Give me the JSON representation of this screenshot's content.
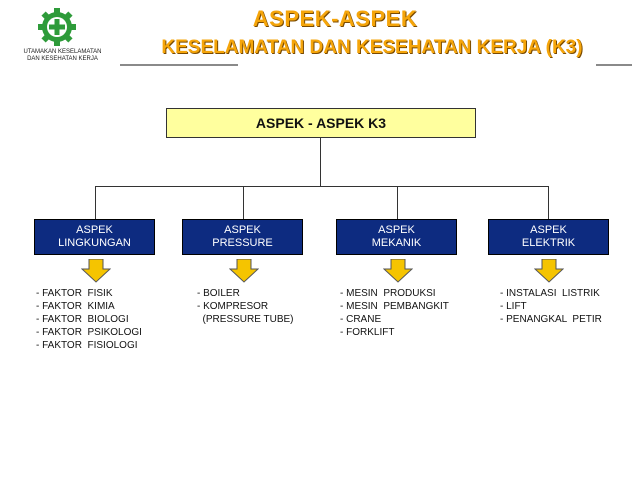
{
  "logo": {
    "caption_lines": [
      "UTAMAKAN KESELAMATAN",
      "DAN KESEHATAN KERJA"
    ]
  },
  "title": {
    "line1": "ASPEK-ASPEK",
    "line2": "KESELAMATAN DAN KESEHATAN KERJA (K3)"
  },
  "diagram": {
    "root": "ASPEK - ASPEK K3",
    "categories": [
      {
        "line1": "ASPEK",
        "line2": "LINGKUNGAN",
        "items": [
          "- FAKTOR  FISIK",
          "- FAKTOR  KIMIA",
          "- FAKTOR  BIOLOGI",
          "- FAKTOR  PSIKOLOGI",
          "- FAKTOR  FISIOLOGI"
        ]
      },
      {
        "line1": "ASPEK",
        "line2": "PRESSURE",
        "items": [
          "- BOILER",
          "- KOMPRESOR",
          "  (PRESSURE TUBE)"
        ]
      },
      {
        "line1": "ASPEK",
        "line2": "MEKANIK",
        "items": [
          "- MESIN  PRODUKSI",
          "- MESIN  PEMBANGKIT",
          "- CRANE",
          "- FORKLIFT"
        ]
      },
      {
        "line1": "ASPEK",
        "line2": "ELEKTRIK",
        "items": [
          "- INSTALASI  LISTRIK",
          "- LIFT",
          "- PENANGKAL  PETIR"
        ]
      }
    ]
  },
  "colors": {
    "title": "#f5a50a",
    "root_fill": "#ffff9e",
    "category_fill": "#0d2b80",
    "arrow_fill": "#f5c400",
    "logo_green": "#2e9b3a"
  },
  "icons": {
    "logo": "k3-gear-cross-icon",
    "arrow": "down-arrow-icon"
  }
}
